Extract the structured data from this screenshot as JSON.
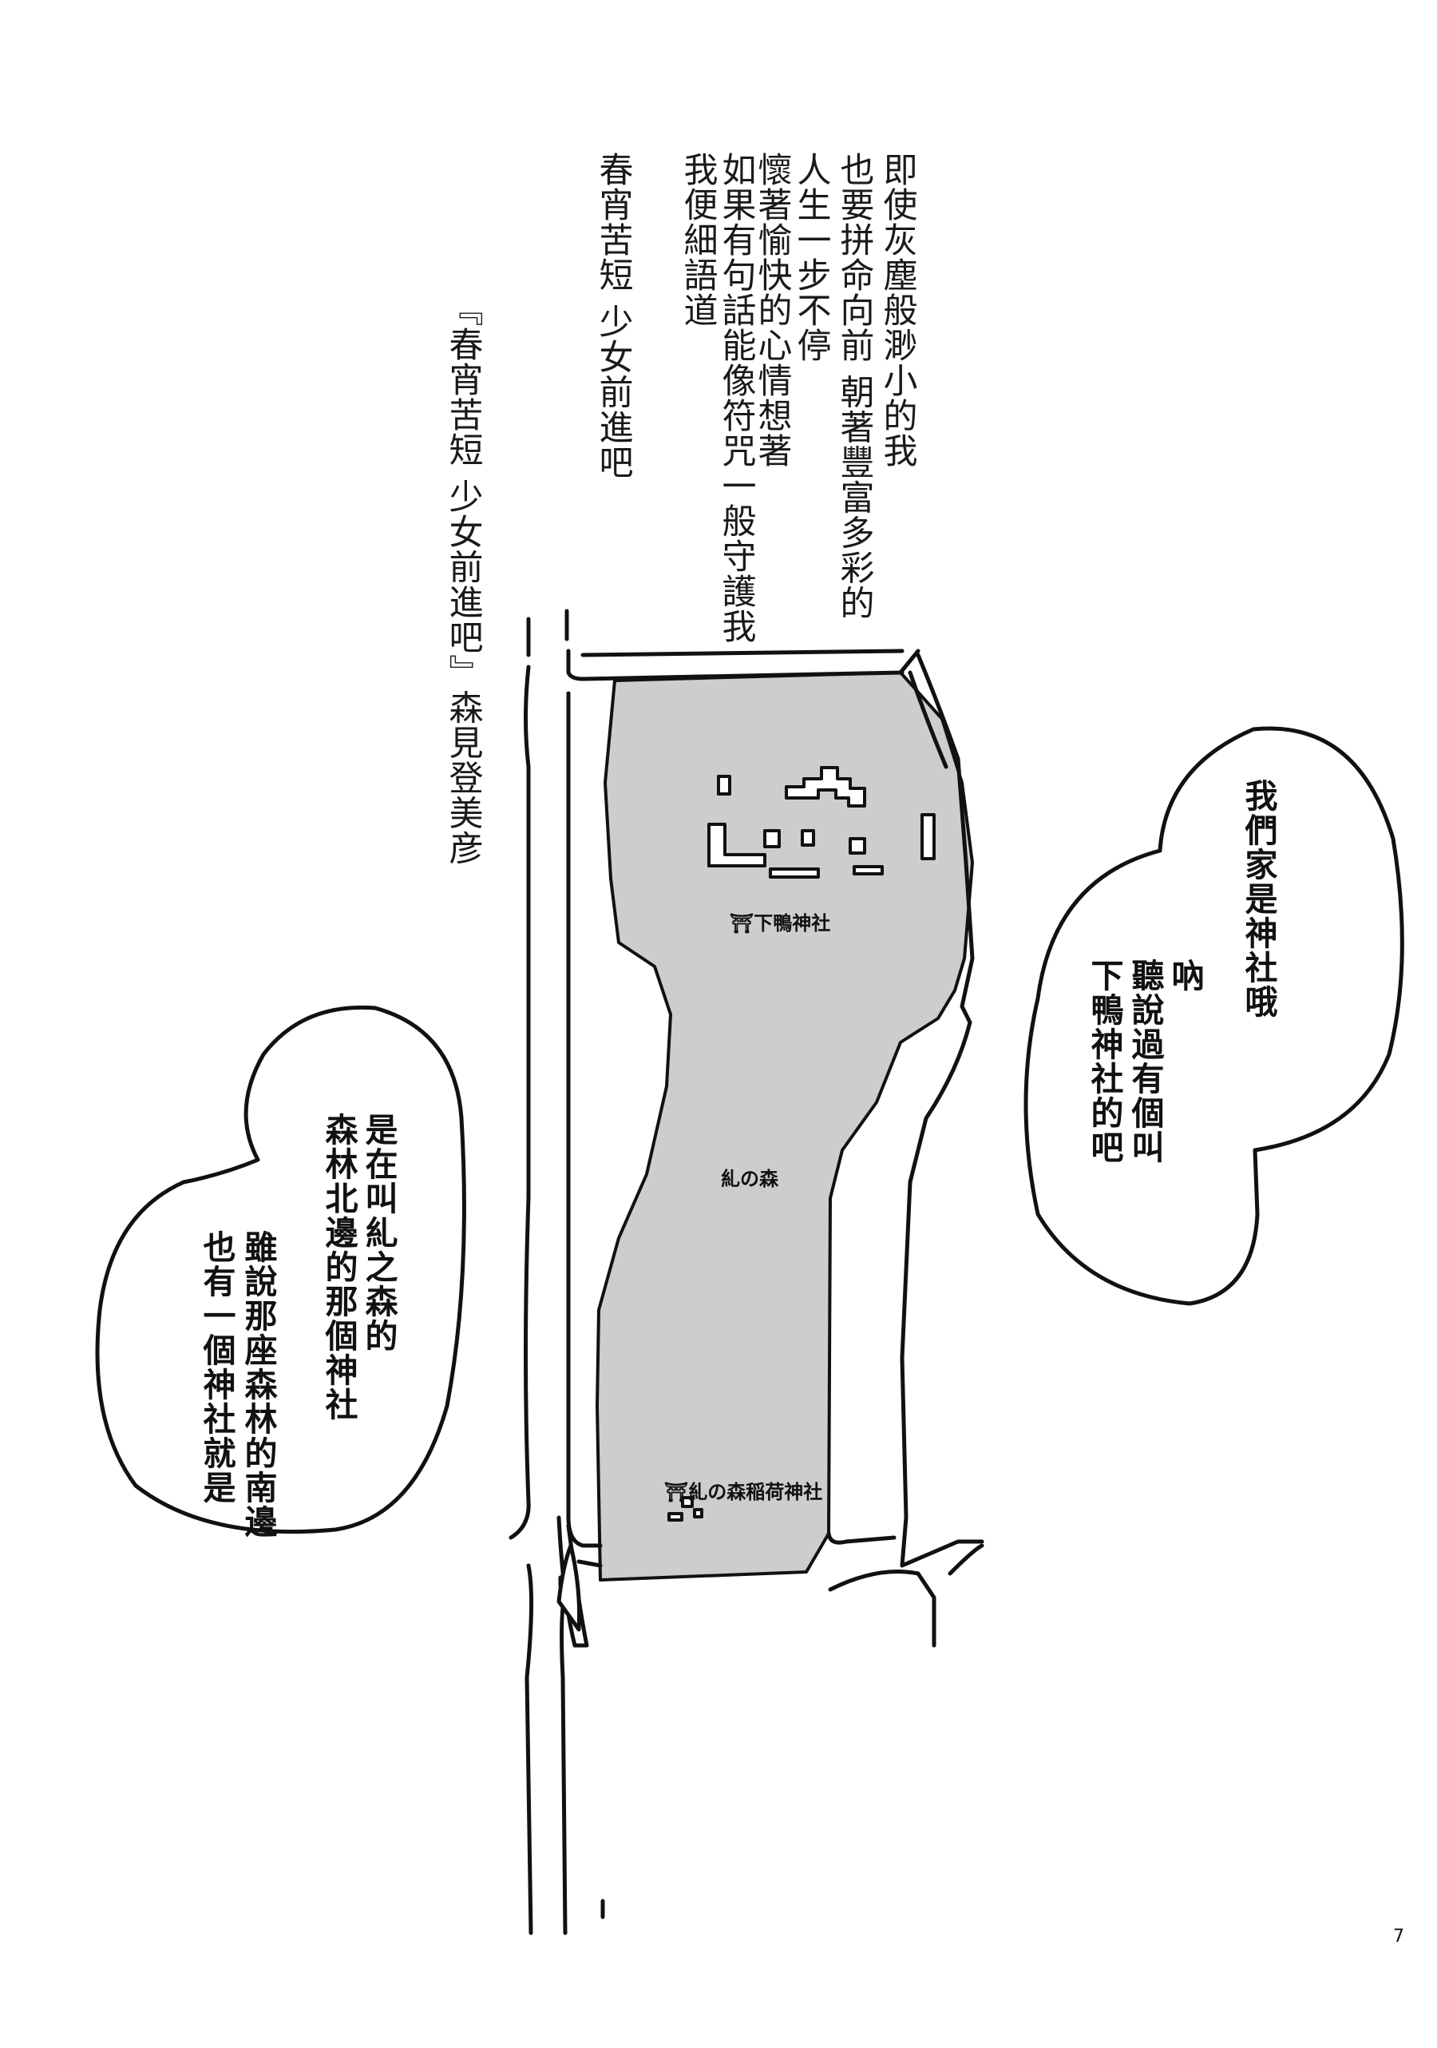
{
  "poem": {
    "lines": [
      "即使灰塵般渺小的我",
      "也要拼命向前 朝著豐富多彩的",
      "人生一步不停",
      "懷著愉快的心情想著",
      "如果有句話能像符咒一般守護我",
      "我便細語道",
      "春宵苦短 少女前進吧"
    ],
    "citation": "『春宵苦短 少女前進吧』森見登美彦"
  },
  "map": {
    "labels": {
      "north_shrine": "⛩下鴨神社",
      "forest": "糺の森",
      "south_shrine": "⛩糺の森稲荷神社"
    },
    "colors": {
      "forest_fill": "#cdcdcd",
      "ink": "#111111"
    }
  },
  "bubbles": {
    "right": [
      "我們家是神社哦",
      "吶",
      "聽說過有個叫",
      "下鴨神社的吧"
    ],
    "left": [
      "是在叫糺之森的",
      "森林北邊的那個神社",
      "雖說那座森林的南邊",
      "也有一個神社就是"
    ]
  },
  "page_number": "7"
}
